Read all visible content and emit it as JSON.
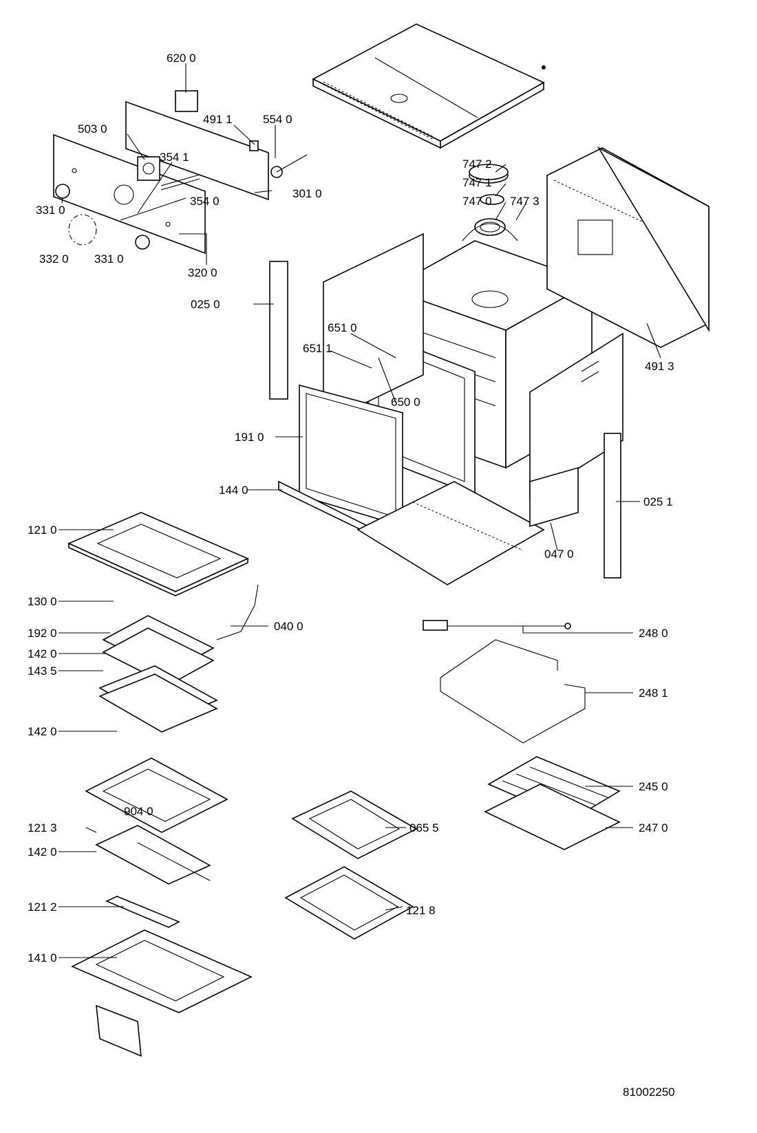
{
  "drawing_number": "81002250",
  "labels": {
    "l6200": "620 0",
    "l4911": "491 1",
    "l5540": "554 0",
    "l5030": "503 0",
    "l3541": "354 1",
    "l3540": "354 0",
    "l3010": "301 0",
    "l3310a": "331 0",
    "l3320": "332 0",
    "l3310b": "331 0",
    "l3200": "320 0",
    "l7472": "747 2",
    "l7471": "747 1",
    "l7470": "747 0",
    "l7473": "747 3",
    "l0250": "025 0",
    "l6510": "651 0",
    "l6511": "651 1",
    "l6500": "650 0",
    "l4913": "491 3",
    "l1910": "191 0",
    "l1440": "144 0",
    "l0251": "025 1",
    "l0470": "047 0",
    "l1210": "121 0",
    "l1300": "130 0",
    "l0400": "040 0",
    "l1920": "192 0",
    "l1420a": "142 0",
    "l1435": "143 5",
    "l1420b": "142 0",
    "l2480": "248 0",
    "l2481": "248 1",
    "l2450": "245 0",
    "l2470": "247 0",
    "l9040": "904 0",
    "l1213": "121 3",
    "l0655": "065 5",
    "l1420c": "142 0",
    "l1218": "121 8",
    "l1212": "121 2",
    "l1410": "141 0"
  }
}
